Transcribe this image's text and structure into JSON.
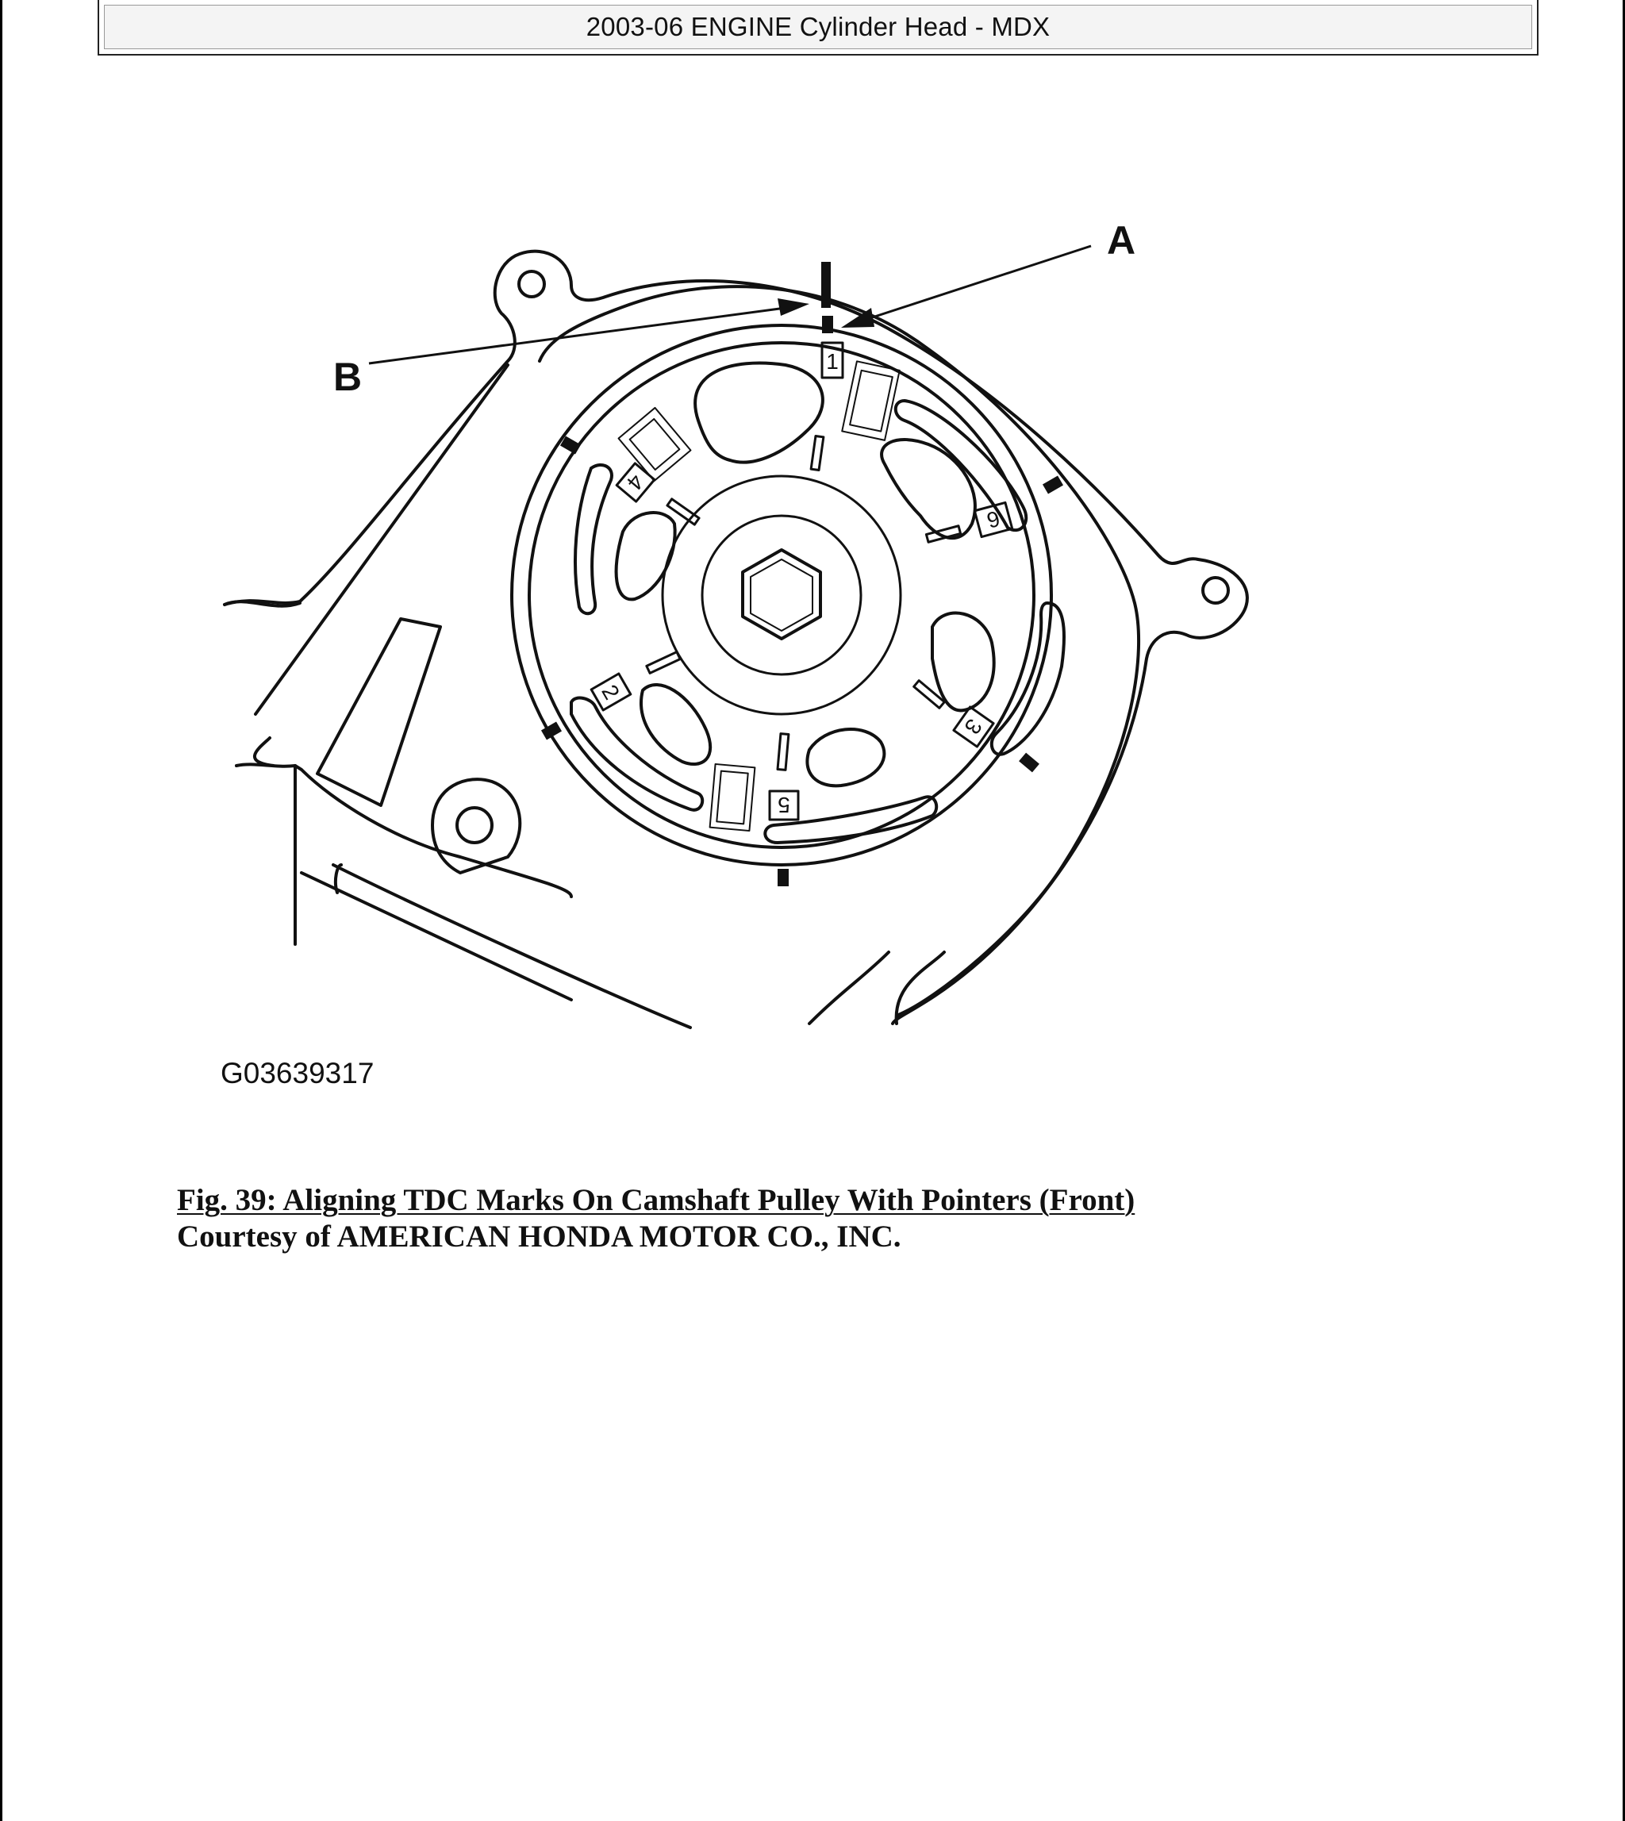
{
  "header": {
    "title": "2003-06 ENGINE Cylinder Head - MDX"
  },
  "figure": {
    "callouts": {
      "a": "A",
      "b": "B"
    },
    "image_id": "G03639317",
    "pulley_marks": [
      "1",
      "2",
      "3",
      "4",
      "5",
      "6"
    ]
  },
  "caption": {
    "title": "Fig. 39: Aligning TDC Marks On Camshaft Pulley With Pointers (Front)",
    "credit": "Courtesy of AMERICAN HONDA MOTOR CO., INC."
  }
}
